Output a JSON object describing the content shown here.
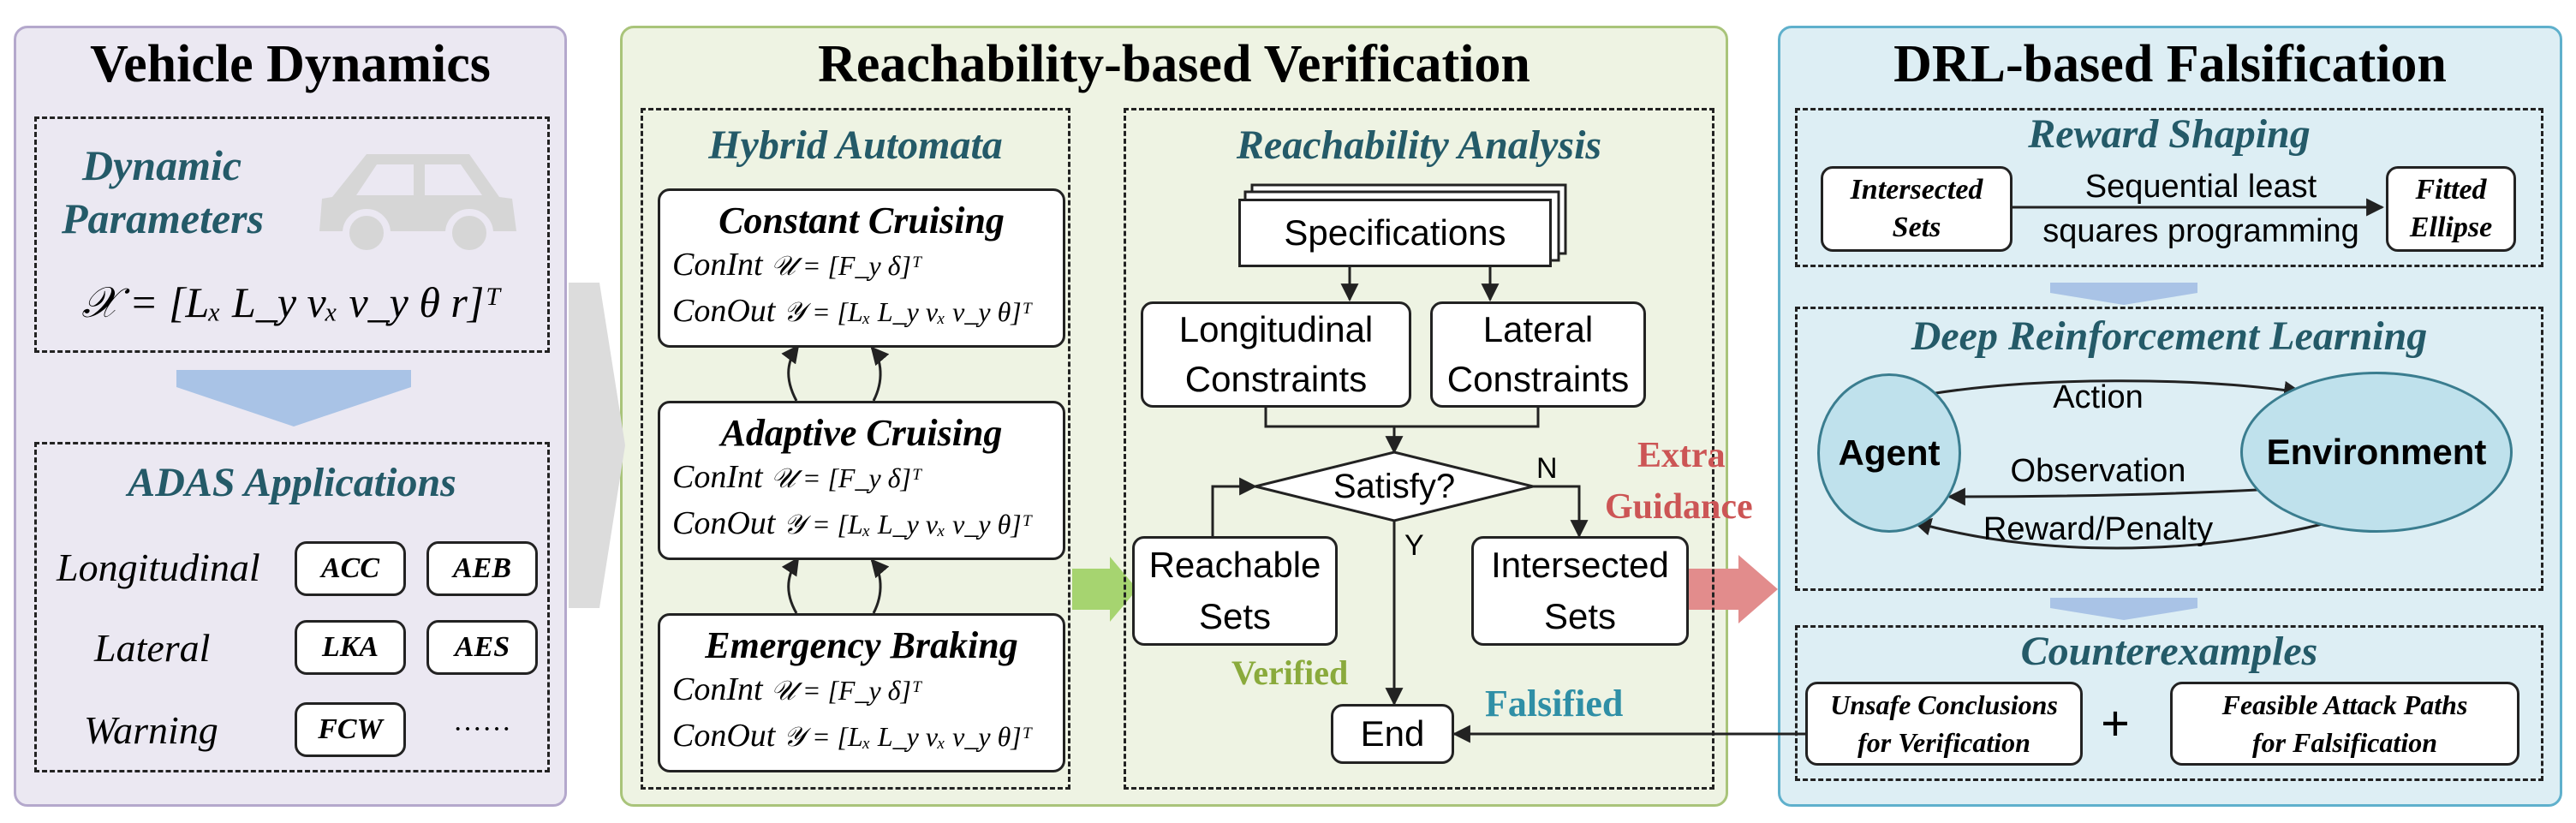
{
  "colors": {
    "panel1_bg": "#ebe8f2",
    "panel1_border": "#b4a8cc",
    "panel2_bg": "#eef3e3",
    "panel2_border": "#a9c47a",
    "panel3_bg": "#ddeef4",
    "panel3_border": "#5fb0cc",
    "title_blue": "#245a68",
    "green_text": "#8aaa3c",
    "red_text": "#cc5555",
    "teal_text": "#2f8fa6",
    "ellipse_fill": "#bfe1ec",
    "down_arrow": "#a9c3e6",
    "green_arrow": "#a6d470",
    "red_arrow": "#e28c8c"
  },
  "vehicle": {
    "title": "Vehicle Dynamics",
    "param_title_1": "Dynamic",
    "param_title_2": "Parameters",
    "state_eq": "𝒳 = [Lₓ  L_y  vₓ  v_y  θ  r]ᵀ",
    "car_icon": "car-icon",
    "adas_title": "ADAS Applications",
    "rows": [
      {
        "label": "Longitudinal",
        "items": [
          "ACC",
          "AEB"
        ]
      },
      {
        "label": "Lateral",
        "items": [
          "LKA",
          "AES"
        ]
      },
      {
        "label": "Warning",
        "items": [
          "FCW",
          "······"
        ]
      }
    ]
  },
  "verification": {
    "title": "Reachability-based Verification",
    "hybrid_title": "Hybrid Automata",
    "modes": [
      {
        "name": "Constant Cruising",
        "conint_label": "ConInt",
        "conint_eq": "𝒰 = [F_y  δ]ᵀ",
        "conout_label": "ConOut",
        "conout_eq": "𝒴 = [Lₓ  L_y  vₓ  v_y  θ]ᵀ"
      },
      {
        "name": "Adaptive Cruising",
        "conint_label": "ConInt",
        "conint_eq": "𝒰 = [F_y  δ]ᵀ",
        "conout_label": "ConOut",
        "conout_eq": "𝒴 = [Lₓ  L_y  vₓ  v_y  θ]ᵀ"
      },
      {
        "name": "Emergency Braking",
        "conint_label": "ConInt",
        "conint_eq": "𝒰 = [F_y  δ]ᵀ",
        "conout_label": "ConOut",
        "conout_eq": "𝒴 = [Lₓ  L_y  vₓ  v_y  θ]ᵀ"
      }
    ],
    "reach_title": "Reachability Analysis",
    "specifications": "Specifications",
    "longitudinal_1": "Longitudinal",
    "longitudinal_2": "Constraints",
    "lateral_1": "Lateral",
    "lateral_2": "Constraints",
    "satisfy": "Satisfy?",
    "yes": "Y",
    "no": "N",
    "reachable_1": "Reachable",
    "reachable_2": "Sets",
    "intersected_1": "Intersected",
    "intersected_2": "Sets",
    "verified": "Verified",
    "falsified": "Falsified",
    "end": "End",
    "extra_1": "Extra",
    "extra_2": "Guidance"
  },
  "falsification": {
    "title": "DRL-based Falsification",
    "reward_title": "Reward Shaping",
    "intersected_1": "Intersected",
    "intersected_2": "Sets",
    "slsp_1": "Sequential least",
    "slsp_2": "squares programming",
    "fitted_1": "Fitted",
    "fitted_2": "Ellipse",
    "drl_title": "Deep Reinforcement Learning",
    "agent": "Agent",
    "environment": "Environment",
    "action": "Action",
    "observation": "Observation",
    "reward": "Reward/Penalty",
    "ce_title": "Counterexamples",
    "unsafe_1": "Unsafe Conclusions",
    "unsafe_2": "for Verification",
    "plus": "+",
    "feasible_1": "Feasible Attack Paths",
    "feasible_2": "for Falsification"
  }
}
